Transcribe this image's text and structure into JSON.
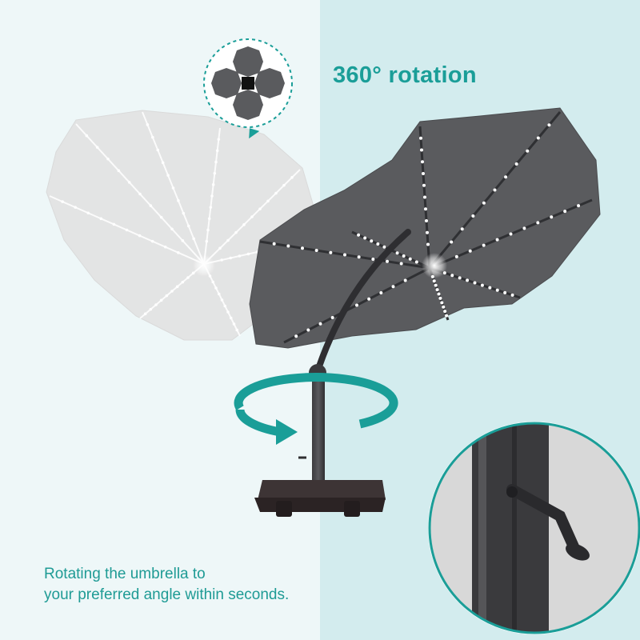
{
  "headline": "360° rotation",
  "caption": {
    "line1": "Rotating the umbrella to",
    "line2": "your preferred angle within seconds."
  },
  "colors": {
    "accent": "#1a9e98",
    "canopy_dark": "#5a5b5e",
    "canopy_light": "#e2e2e2",
    "background_left": "#eef7f8",
    "background_right": "#d3ecee"
  },
  "icons": {
    "rotation_diagram": "four-umbrella-top-view-rotation-icon",
    "rotation_arrow": "circular-rotation-arrow-icon",
    "crank_detail": "crank-handle-zoom-inset"
  }
}
